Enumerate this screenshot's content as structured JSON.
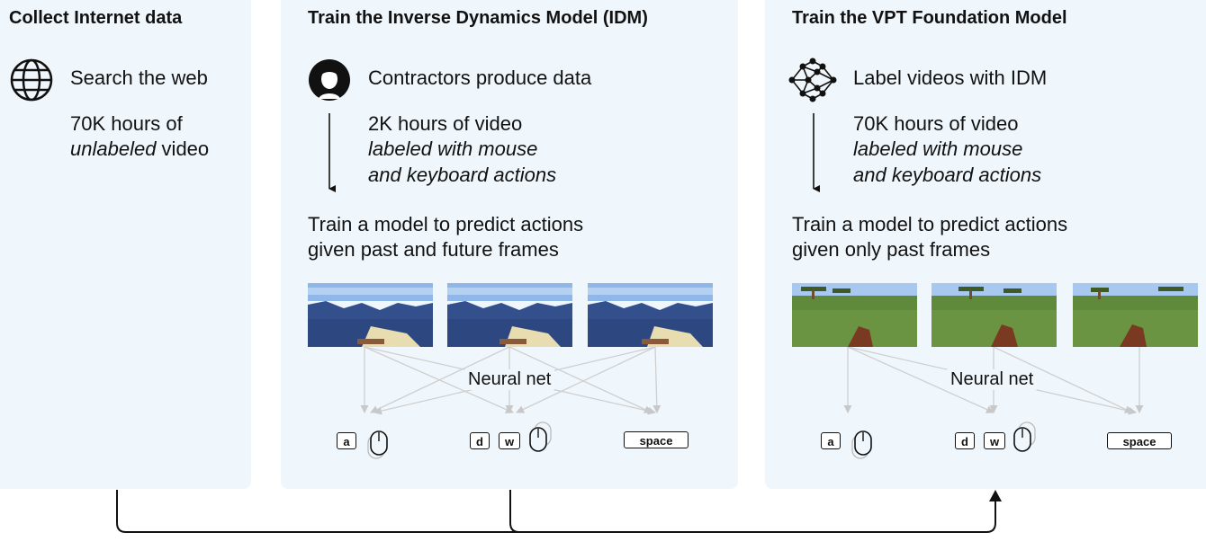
{
  "panels": {
    "collect": {
      "title": "Collect Internet data",
      "step": "Search the web",
      "hours_line1": "70K hours of",
      "hours_italic": "unlabeled",
      "hours_suffix": " video",
      "icon": "globe-icon"
    },
    "idm": {
      "title": "Train the Inverse Dynamics Model (IDM)",
      "step": "Contractors produce data",
      "hours": "2K hours of video",
      "labeled_line1": "labeled with mouse",
      "labeled_line2": "and keyboard actions",
      "train_line1": "Train a model to predict actions",
      "train_line2": "given past and future frames",
      "net_label": "Neural net",
      "keys": [
        "a",
        "d",
        "w",
        "space"
      ],
      "icon": "contractor-avatar-icon"
    },
    "vpt": {
      "title": "Train the VPT Foundation Model",
      "step": "Label videos with IDM",
      "hours": "70K hours of video",
      "labeled_line1": "labeled with mouse",
      "labeled_line2": "and keyboard actions",
      "train_line1": "Train a model to predict actions",
      "train_line2": "given only past frames",
      "net_label": "Neural net",
      "keys": [
        "a",
        "d",
        "w",
        "space"
      ],
      "icon": "network-icon"
    }
  },
  "colors": {
    "panel_bg": "#f0f7fc",
    "connector": "#cccccc",
    "flow_arrow": "#111111"
  }
}
